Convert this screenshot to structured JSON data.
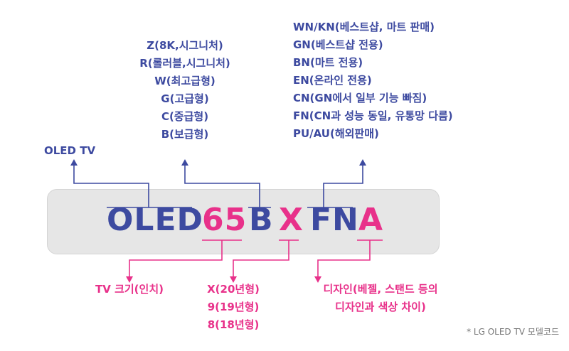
{
  "code_segments": {
    "oled": "OLED",
    "size": "65",
    "grade": "B",
    "year": "X",
    "channel": "FN",
    "design": "A"
  },
  "annotations": {
    "oled_label": "OLED TV",
    "grade_options": [
      "Z(8K,시그니처)",
      "R(롤러블,시그니처)",
      "W(최고급형)",
      "G(고급형)",
      "C(중급형)",
      "B(보급형)"
    ],
    "channel_options": [
      "WN/KN(베스트샵, 마트 판매)",
      "GN(베스트샵 전용)",
      "BN(마트 전용)",
      "EN(온라인 전용)",
      "CN(GN에서 일부 기능 빠짐)",
      "FN(CN과 성능 동일, 유통망 다름)",
      "PU/AU(해외판매)"
    ],
    "size_label": "TV 크기(인치)",
    "year_options": [
      "X(20년형)",
      "9(19년형)",
      "8(18년형)"
    ],
    "design_lines": [
      "디자인(베젤, 스탠드 등의",
      "디자인과 색상 차이)"
    ]
  },
  "footnote": "* LG OLED TV 모델코드",
  "colors": {
    "blue": "#3d4aa0",
    "pink": "#e8318a",
    "box": "#e6e6e6"
  }
}
